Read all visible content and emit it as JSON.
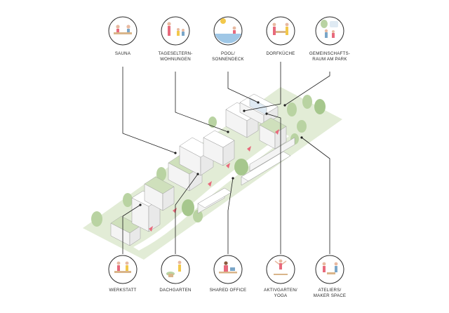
{
  "top_labels": [
    {
      "id": "sauna",
      "lines": [
        "SAUNA"
      ]
    },
    {
      "id": "tageseltern",
      "lines": [
        "TAGESELTERN-",
        "WOHNUNGEN"
      ]
    },
    {
      "id": "pool",
      "lines": [
        "POOL/",
        "SONNENDECK"
      ]
    },
    {
      "id": "dorfkueche",
      "lines": [
        "DORFKÜCHE"
      ]
    },
    {
      "id": "gemeinschaft",
      "lines": [
        "GEMEINSCHAFTS-",
        "RAUM AM PARK"
      ]
    }
  ],
  "bottom_labels": [
    {
      "id": "werkstatt",
      "lines": [
        "WERKSTATT"
      ]
    },
    {
      "id": "dachgarten",
      "lines": [
        "DACHGARTEN"
      ]
    },
    {
      "id": "shared-office",
      "lines": [
        "SHARED OFFICE"
      ]
    },
    {
      "id": "aktivgarten",
      "lines": [
        "AKTIVGARTEN/",
        "YOGA"
      ]
    },
    {
      "id": "ateliers",
      "lines": [
        "ATELIERS/",
        "MAKER SPACE"
      ]
    }
  ],
  "colors": {
    "site": "#e2ecd6",
    "accent_pink": "#e86a7c",
    "pool_blue": "#9fc7e6",
    "line": "#1e1e1e"
  }
}
